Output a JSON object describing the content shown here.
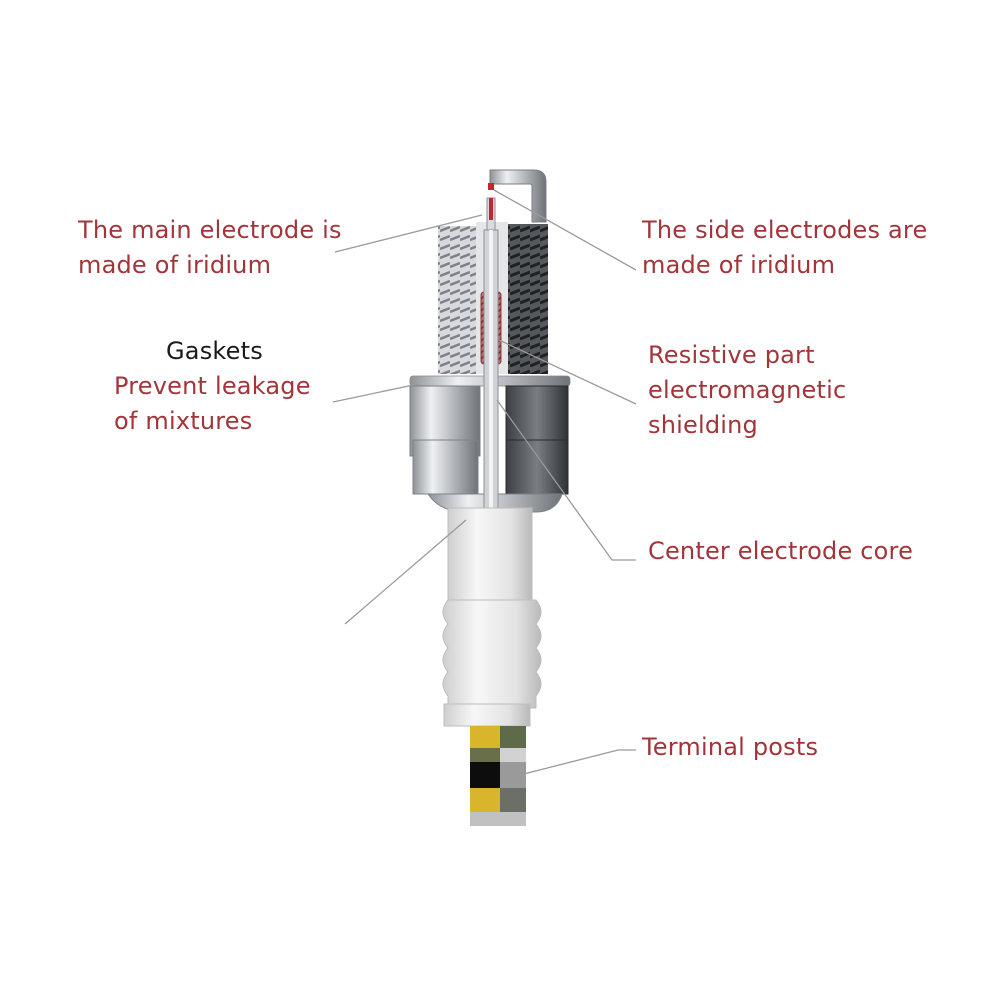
{
  "colors": {
    "label_red": "#a3343a",
    "label_dark": "#1a1a1a",
    "leader_line": "#9a9a9a",
    "metal": "#c9ccd0",
    "ceramic": "#eeeeee",
    "iridium_tip": "#c8232c",
    "terminal_yellow": "#d8b52a"
  },
  "labels": {
    "main_electrode": {
      "line1": "The main electrode is",
      "line2": "made of iridium"
    },
    "side_electrodes": {
      "line1": "The side electrodes are",
      "line2": "made of iridium"
    },
    "gaskets": {
      "title": "Gaskets",
      "line1": "Prevent leakage",
      "line2": "of mixtures"
    },
    "resistive_part": {
      "line1": "Resistive part",
      "line2": "electromagnetic",
      "line3": "shielding"
    },
    "center_core": {
      "line1": "Center electrode core"
    },
    "terminal_posts": {
      "line1": "Terminal posts"
    }
  }
}
